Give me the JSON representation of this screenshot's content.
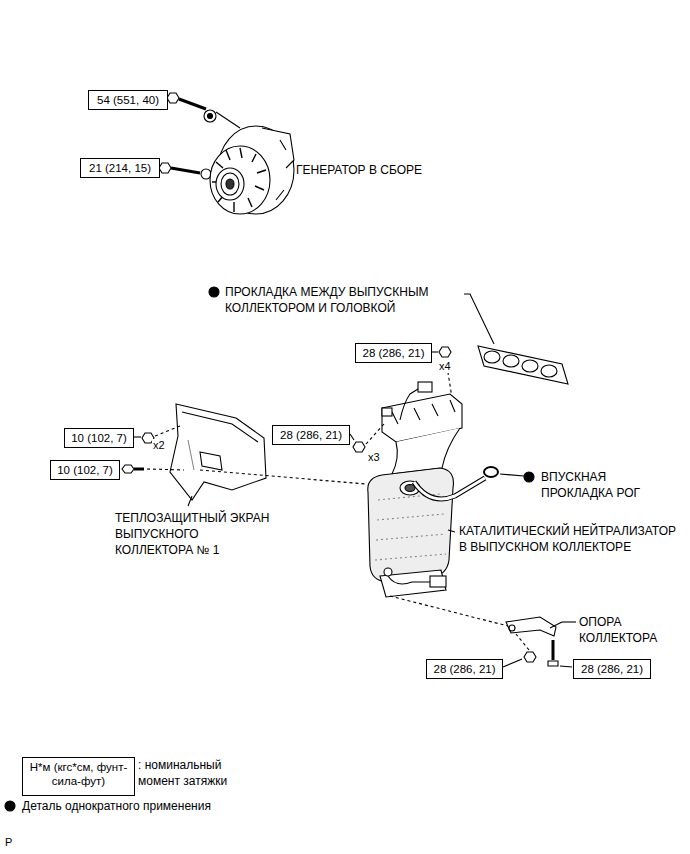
{
  "diagram": {
    "nodes": [
      {
        "text": [
          "54 (551, 40)"
        ]
      },
      {
        "text": [
          "21 (214, 15)"
        ]
      },
      {
        "text": [
          "28 (286, 21)"
        ]
      },
      {
        "text": [
          "28 (286, 21)"
        ]
      },
      {
        "text": [
          "10 (102, 7)"
        ]
      },
      {
        "text": [
          "10 (102, 7)"
        ]
      },
      {
        "text": [
          "28 (286, 21)"
        ]
      },
      {
        "text": [
          "28 (286, 21)"
        ]
      },
      {
        "text": [
          "Н*м (кгс*см, фунт-сила-фут)"
        ]
      }
    ],
    "labels": [
      "ГЕНЕРАТОР В СБОРЕ",
      "ПРОКЛАДКА МЕЖДУ ВЫПУСКНЫМ КОЛЛЕКТОРОМ И ГОЛОВКОЙ",
      "x4",
      "x2",
      "x3",
      "ВПУСКНАЯ ПРОКЛАДКА РОГ",
      "ТЕПЛОЗАЩИТНЫЙ ЭКРАН ВЫПУСКНОГО КОЛЛЕКТОРА № 1",
      "КАТАЛИТИЧЕСКИЙ НЕЙТРАЛИЗАТОР В ВЫПУСКНОМ КОЛЛЕКТОРЕ",
      "ОПОРА КОЛЛЕКТОРА",
      "P"
    ],
    "legend": [
      {
        "text": ": номинальный момент затяжки"
      },
      {
        "text": "Деталь однократного применения"
      }
    ]
  }
}
